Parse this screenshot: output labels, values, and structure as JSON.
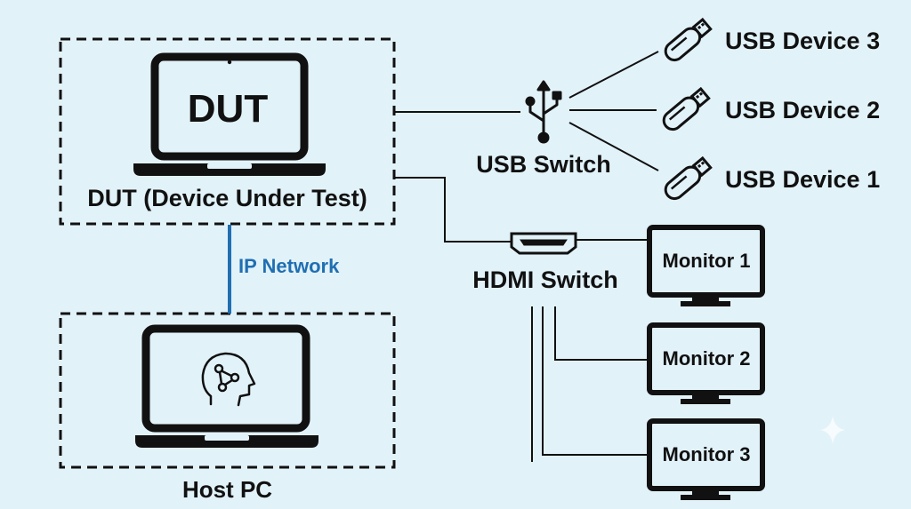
{
  "dut": {
    "screen_text": "DUT",
    "caption": "DUT (Device Under Test)"
  },
  "host": {
    "caption": "Host PC",
    "screen_icon": "ai-brain-head-icon"
  },
  "network": {
    "label": "IP Network",
    "color": "#1f6fb2"
  },
  "usb_switch": {
    "label": "USB Switch",
    "icon": "usb-icon"
  },
  "usb_devices": [
    {
      "label": "USB Device 3",
      "icon": "usb-stick-icon"
    },
    {
      "label": "USB Device 2",
      "icon": "usb-stick-icon"
    },
    {
      "label": "USB Device 1",
      "icon": "usb-stick-icon"
    }
  ],
  "hdmi_switch": {
    "label": "HDMI Switch",
    "icon": "hdmi-port-icon"
  },
  "monitors": [
    {
      "label": "Monitor 1"
    },
    {
      "label": "Monitor 2"
    },
    {
      "label": "Monitor 3"
    }
  ],
  "colors": {
    "background": "#e2f2f9",
    "line": "#111111",
    "network_line": "#1f6fb2"
  }
}
